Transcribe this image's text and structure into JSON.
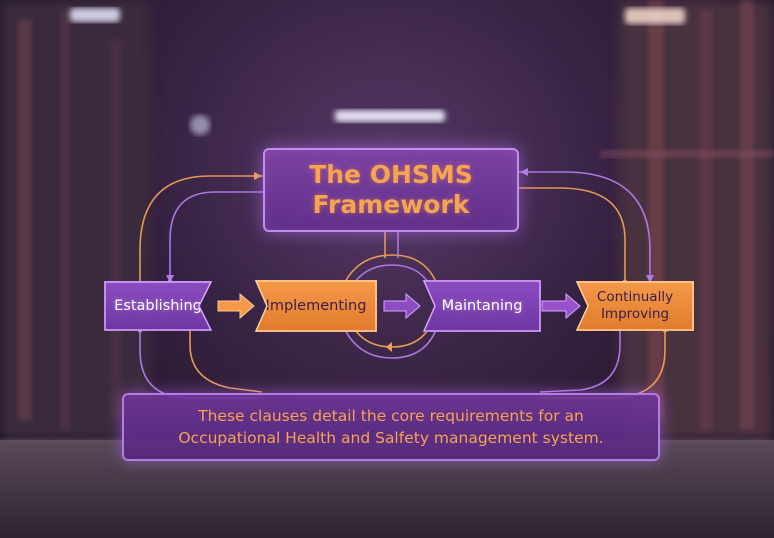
{
  "title": {
    "line1": "The OHSMS",
    "line2": "Framework"
  },
  "steps": [
    {
      "label": "Establishing"
    },
    {
      "label": "Implementing"
    },
    {
      "label": "Maintaning"
    },
    {
      "label_line1": "Continually",
      "label_line2": "Improving"
    }
  ],
  "footer": {
    "line1": "These clauses detail the core requirements for an",
    "line2": "Occupational Health and Salfety management system."
  },
  "colors": {
    "purple_box": "#7e42a8",
    "purple_border": "#c58cf0",
    "orange_accent": "#f59a4a",
    "connector_orange": "#f0a050",
    "connector_purple": "#b27be8"
  },
  "icons": {
    "arrow_1": "right-arrow-icon",
    "arrow_2": "right-arrow-icon",
    "arrow_3": "right-arrow-icon"
  }
}
